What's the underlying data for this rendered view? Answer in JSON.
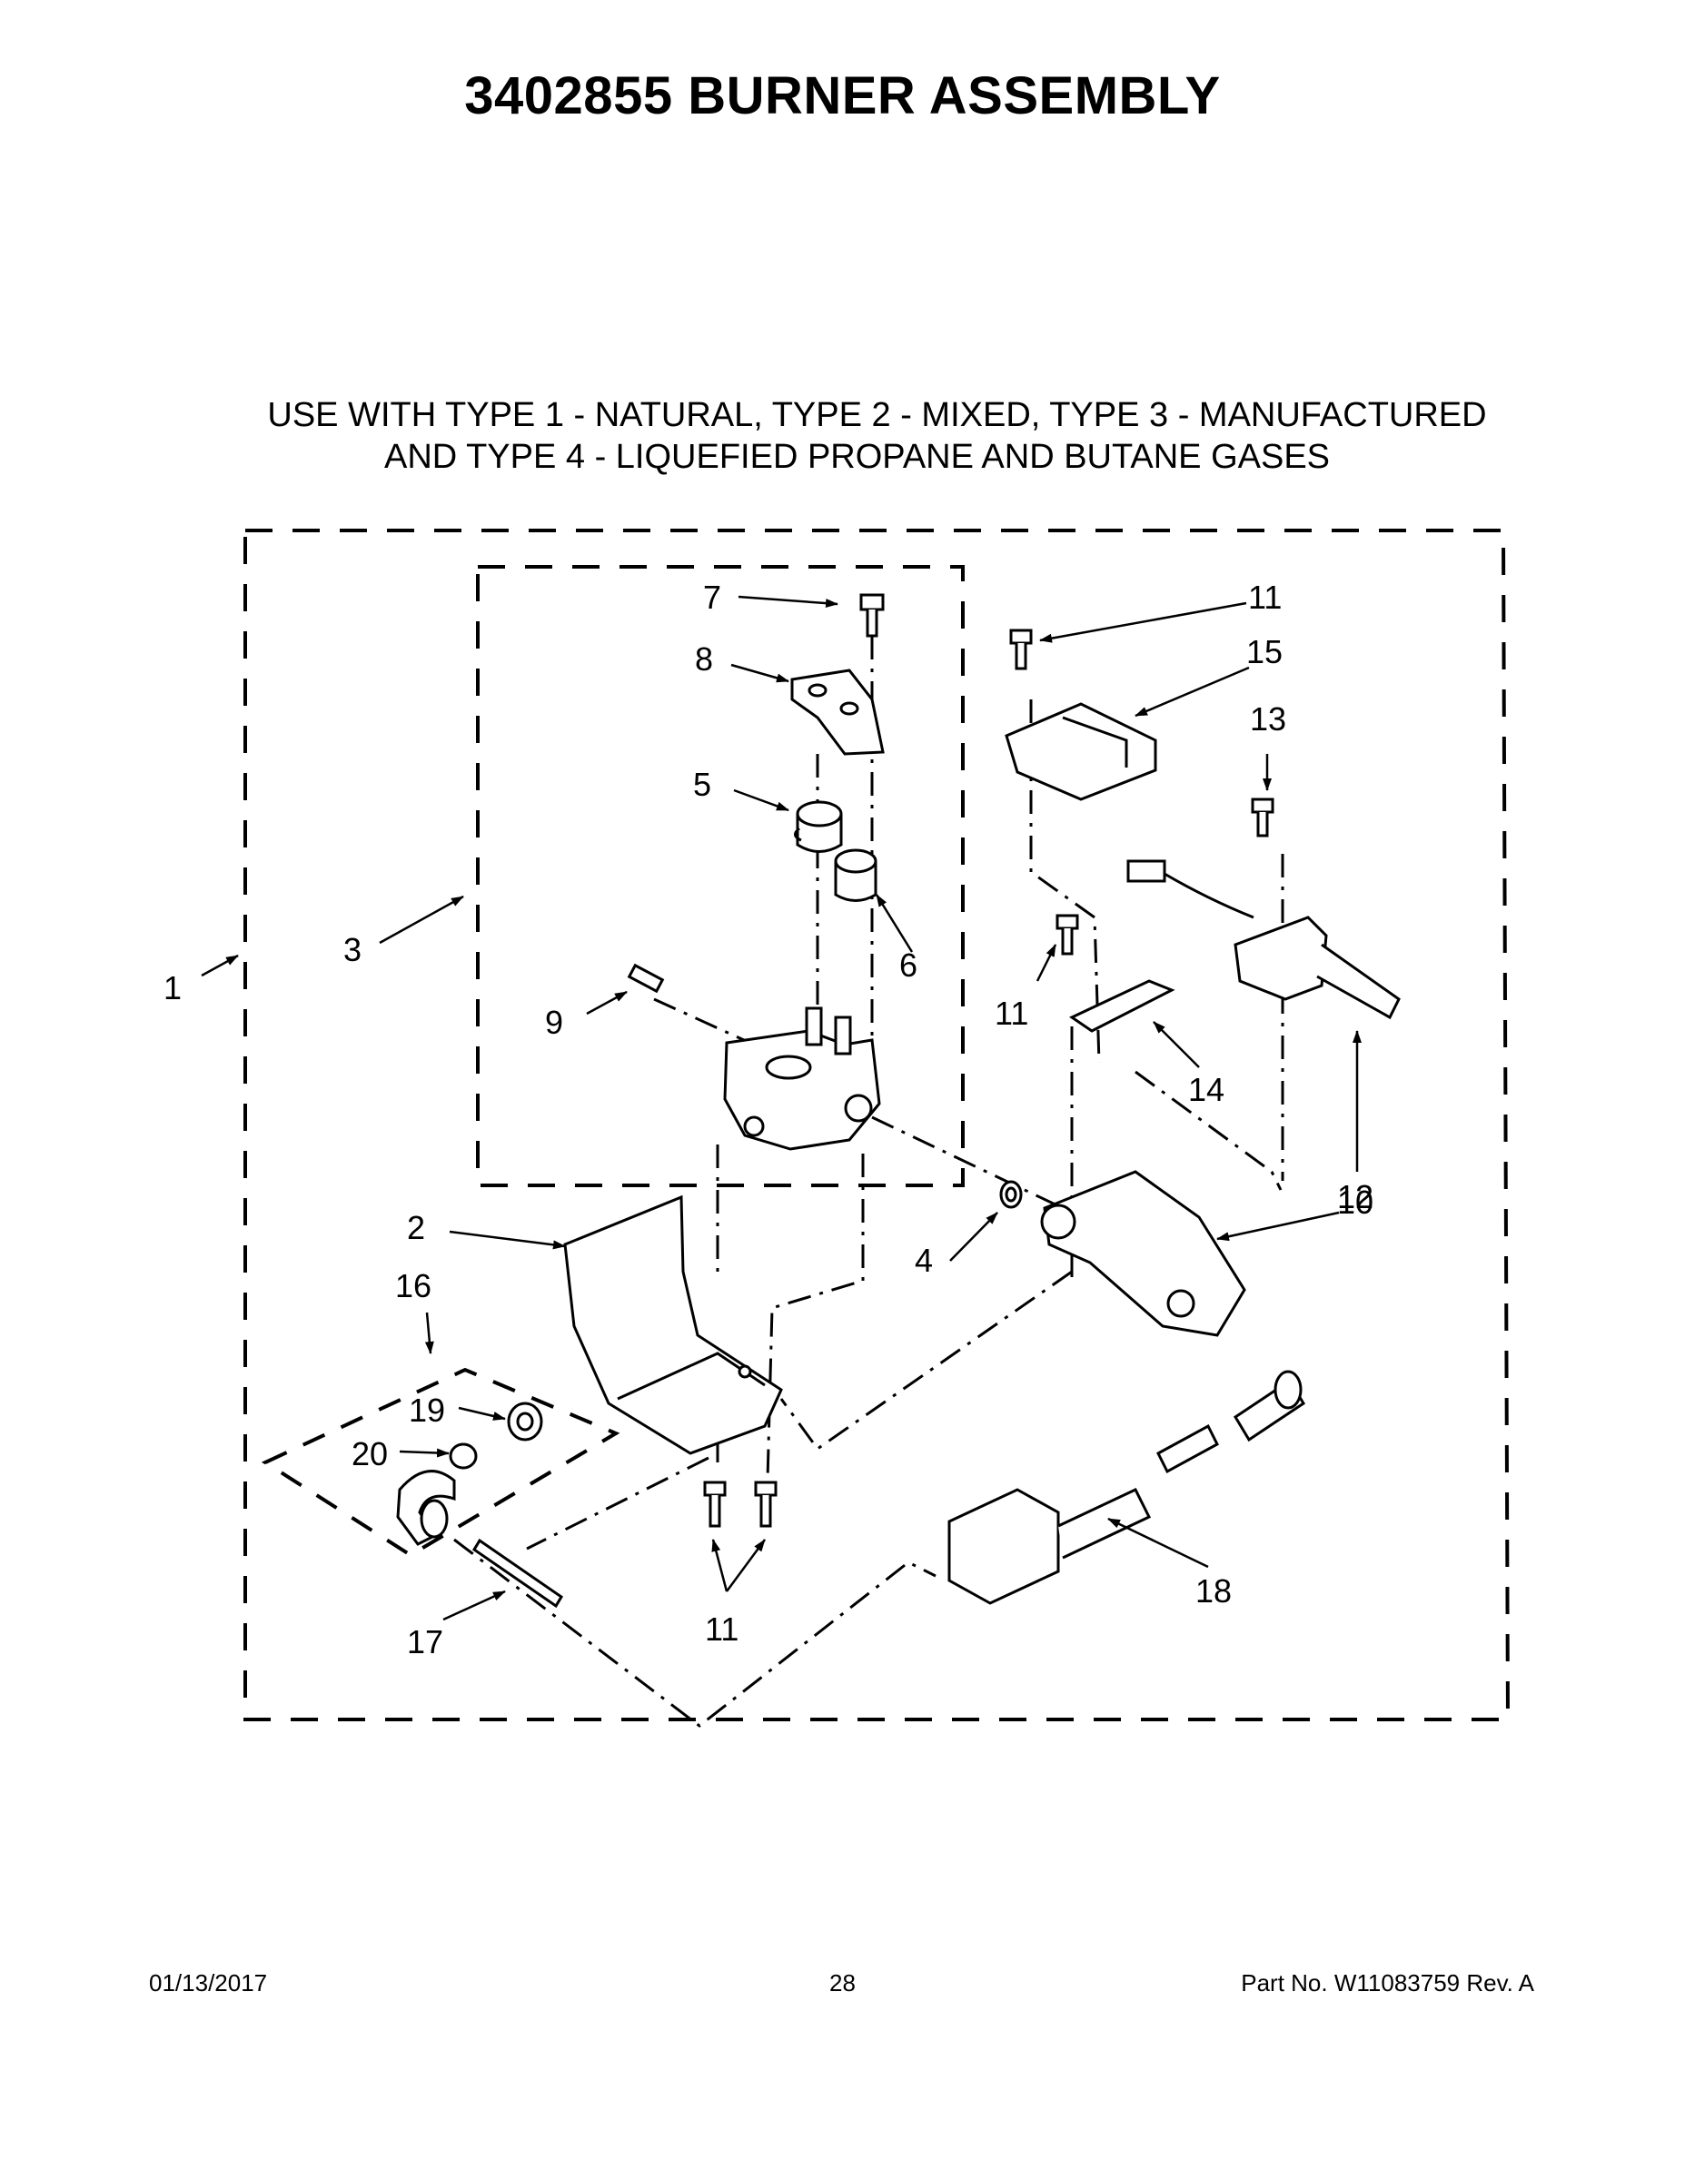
{
  "title": "3402855 BURNER ASSEMBLY",
  "subtitle_line1": "USE WITH TYPE 1 - NATURAL, TYPE 2 - MIXED, TYPE 3 - MANUFACTURED",
  "subtitle_line2": "AND TYPE 4 - LIQUEFIED PROPANE AND BUTANE GASES",
  "callouts": {
    "c1": "1",
    "c2": "2",
    "c3": "3",
    "c4": "4",
    "c5": "5",
    "c6": "6",
    "c7": "7",
    "c8": "8",
    "c9": "9",
    "c10": "10",
    "c11a": "11",
    "c11b": "11",
    "c11c": "11",
    "c12": "12",
    "c13": "13",
    "c14": "14",
    "c15": "15",
    "c16": "16",
    "c17": "17",
    "c18": "18",
    "c19": "19",
    "c20": "20"
  },
  "footer": {
    "date": "01/13/2017",
    "page": "28",
    "part": "Part No.  W11083759  Rev.  A"
  }
}
